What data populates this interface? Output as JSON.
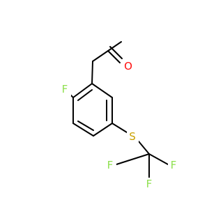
{
  "molecule": {
    "atoms": {
      "oxygen": {
        "symbol": "O",
        "color": "#ff0d0d"
      },
      "fluorine_ring": {
        "symbol": "F",
        "color": "#8fe04f"
      },
      "sulfur": {
        "symbol": "S",
        "color": "#c9a100"
      },
      "fluorine_1": {
        "symbol": "F",
        "color": "#8fe04f"
      },
      "fluorine_2": {
        "symbol": "F",
        "color": "#8fe04f"
      },
      "fluorine_3": {
        "symbol": "F",
        "color": "#8fe04f"
      }
    },
    "bond_color": "#000000"
  }
}
